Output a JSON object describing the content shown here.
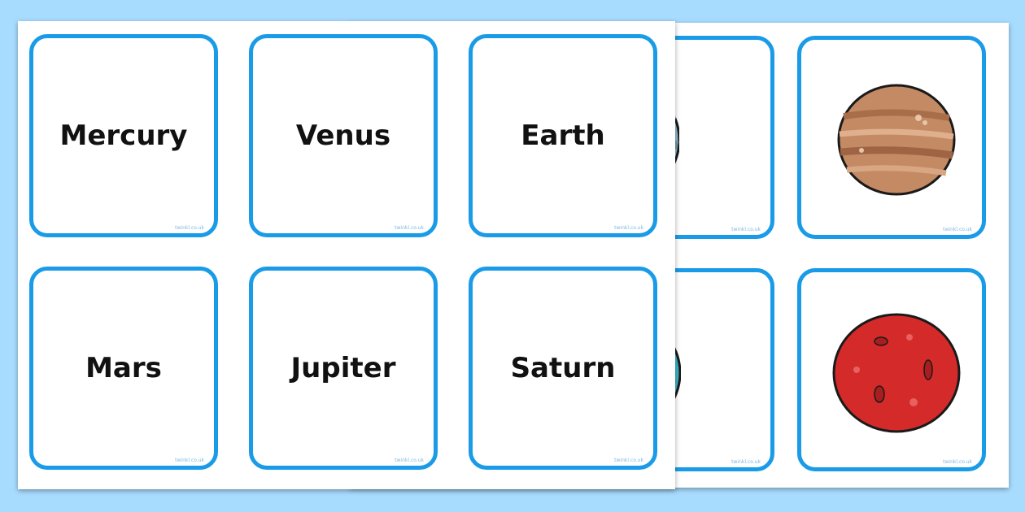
{
  "colors": {
    "background": "#a8dcff",
    "card_border": "#1a9be8"
  },
  "front_sheet": {
    "cards": [
      {
        "label": "Mercury"
      },
      {
        "label": "Venus"
      },
      {
        "label": "Earth"
      },
      {
        "label": "Mars"
      },
      {
        "label": "Jupiter"
      },
      {
        "label": "Saturn"
      }
    ]
  },
  "back_sheet": {
    "cards": [
      {
        "icon": "uranus-planet-icon"
      },
      {
        "icon": "jupiter-planet-icon"
      },
      {
        "icon": "earth-planet-icon"
      },
      {
        "icon": "mars-planet-icon"
      }
    ]
  },
  "watermark": "twinkl.co.uk"
}
